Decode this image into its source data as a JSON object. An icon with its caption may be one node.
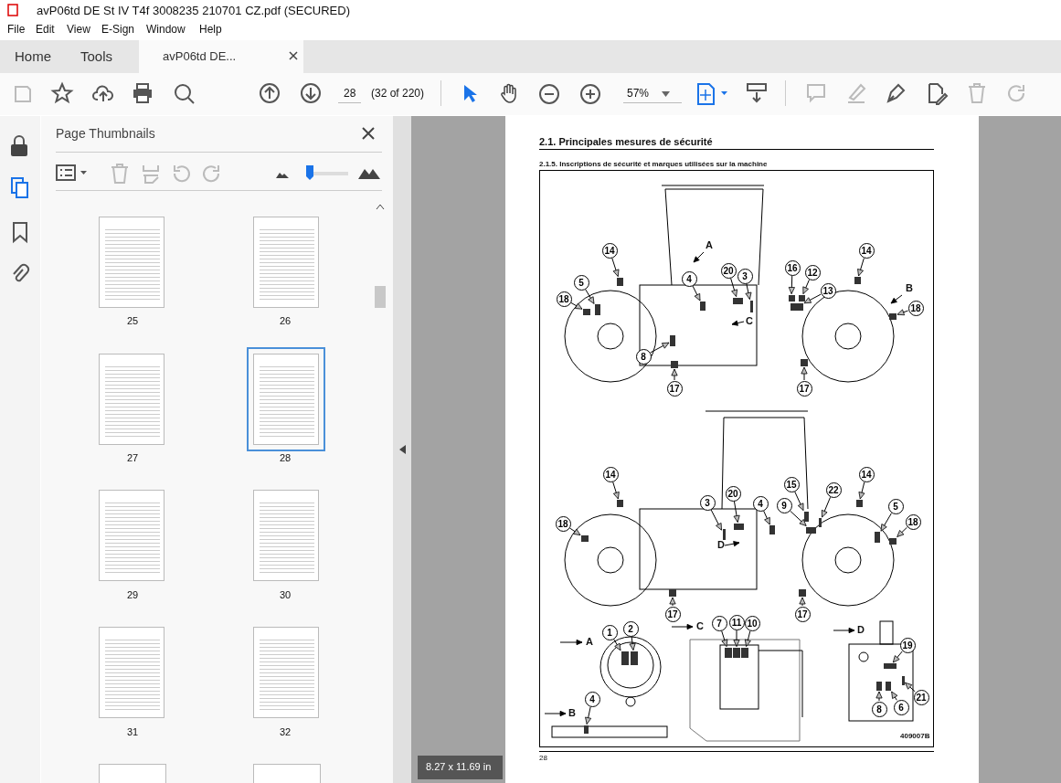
{
  "diagram": {
    "nodes": [
      {
        "text": [
          "14"
        ]
      },
      {
        "text": [
          "5"
        ]
      },
      {
        "text": [
          "18"
        ]
      },
      {
        "text": [
          "4"
        ]
      },
      {
        "text": [
          "20"
        ]
      },
      {
        "text": [
          "3"
        ]
      },
      {
        "text": [
          "16"
        ]
      },
      {
        "text": [
          "12"
        ]
      },
      {
        "text": [
          "13"
        ]
      },
      {
        "text": [
          "14"
        ]
      },
      {
        "text": [
          "18"
        ]
      },
      {
        "text": [
          "8"
        ]
      },
      {
        "text": [
          "17"
        ]
      },
      {
        "text": [
          "17"
        ]
      },
      {
        "text": [
          "14"
        ]
      },
      {
        "text": [
          "18"
        ]
      },
      {
        "text": [
          "3"
        ]
      },
      {
        "text": [
          "20"
        ]
      },
      {
        "text": [
          "4"
        ]
      },
      {
        "text": [
          "15"
        ]
      },
      {
        "text": [
          "9"
        ]
      },
      {
        "text": [
          "22"
        ]
      },
      {
        "text": [
          "14"
        ]
      },
      {
        "text": [
          "5"
        ]
      },
      {
        "text": [
          "18"
        ]
      },
      {
        "text": [
          "17"
        ]
      },
      {
        "text": [
          "17"
        ]
      },
      {
        "text": [
          "1"
        ]
      },
      {
        "text": [
          "2"
        ]
      },
      {
        "text": [
          "4"
        ]
      },
      {
        "text": [
          "7"
        ]
      },
      {
        "text": [
          "11"
        ]
      },
      {
        "text": [
          "10"
        ]
      },
      {
        "text": [
          "19"
        ]
      },
      {
        "text": [
          "8"
        ]
      },
      {
        "text": [
          "6"
        ]
      },
      {
        "text": [
          "21"
        ]
      },
      {
        "text": [],
        "shape": "box"
      },
      {
        "text": [],
        "shape": "box"
      },
      {
        "text": [],
        "shape": "box"
      },
      {
        "text": [],
        "shape": "box"
      },
      {
        "text": [],
        "shape": "box"
      },
      {
        "text": [],
        "shape": "box"
      },
      {
        "text": [],
        "shape": "box"
      },
      {
        "text": [],
        "shape": "box"
      },
      {
        "text": [],
        "shape": "box"
      },
      {
        "text": [],
        "shape": "box"
      },
      {
        "text": [],
        "shape": "box"
      },
      {
        "text": [],
        "shape": "box"
      },
      {
        "text": [],
        "shape": "box"
      },
      {
        "text": [],
        "shape": "box"
      },
      {
        "text": [],
        "shape": "box"
      },
      {
        "text": [],
        "shape": "box"
      },
      {
        "text": [],
        "shape": "box"
      },
      {
        "text": [],
        "shape": "box"
      },
      {
        "text": [],
        "shape": "box"
      },
      {
        "text": [],
        "shape": "box"
      },
      {
        "text": [],
        "shape": "box"
      },
      {
        "text": [],
        "shape": "box"
      },
      {
        "text": [],
        "shape": "box"
      },
      {
        "text": [],
        "shape": "box"
      },
      {
        "text": [],
        "shape": "box"
      },
      {
        "text": [],
        "shape": "box"
      },
      {
        "text": [],
        "shape": "box"
      },
      {
        "text": [],
        "shape": "box"
      },
      {
        "text": [],
        "shape": "box"
      },
      {
        "text": [],
        "shape": "box"
      },
      {
        "text": [],
        "shape": "box"
      },
      {
        "text": [],
        "shape": "box"
      },
      {
        "text": [],
        "shape": "box"
      },
      {
        "text": [],
        "shape": "box"
      },
      {
        "text": [],
        "shape": "box"
      },
      {
        "text": [],
        "shape": "box"
      },
      {
        "text": [],
        "shape": "box"
      }
    ],
    "edges": [
      {
        "from": 0,
        "to": 37,
        "arrow": "to"
      },
      {
        "from": 1,
        "to": 38,
        "arrow": "to"
      },
      {
        "from": 2,
        "to": 39,
        "arrow": "to"
      },
      {
        "from": 3,
        "to": 40,
        "arrow": "to"
      },
      {
        "from": 4,
        "to": 41,
        "arrow": "to"
      },
      {
        "from": 5,
        "to": 42,
        "arrow": "to"
      },
      {
        "from": 6,
        "to": 43,
        "arrow": "to"
      },
      {
        "from": 7,
        "to": 44,
        "arrow": "to"
      },
      {
        "from": 8,
        "to": 45,
        "arrow": "to"
      },
      {
        "from": 9,
        "to": 46,
        "arrow": "to"
      },
      {
        "from": 10,
        "to": 47,
        "arrow": "to"
      },
      {
        "from": 11,
        "to": 48,
        "arrow": "to"
      },
      {
        "from": 12,
        "to": 49,
        "arrow": "to"
      },
      {
        "from": 13,
        "to": 50,
        "arrow": "to"
      },
      {
        "from": 14,
        "to": 51,
        "arrow": "to"
      },
      {
        "from": 15,
        "to": 52,
        "arrow": "to"
      },
      {
        "from": 16,
        "to": 53,
        "arrow": "to"
      },
      {
        "from": 17,
        "to": 54,
        "arrow": "to"
      },
      {
        "from": 18,
        "to": 55,
        "arrow": "to"
      },
      {
        "from": 19,
        "to": 56,
        "arrow": "to"
      },
      {
        "from": 20,
        "to": 57,
        "arrow": "to"
      },
      {
        "from": 21,
        "to": 58,
        "arrow": "to"
      },
      {
        "from": 22,
        "to": 59,
        "arrow": "to"
      },
      {
        "from": 23,
        "to": 60,
        "arrow": "to"
      },
      {
        "from": 24,
        "to": 61,
        "arrow": "to"
      },
      {
        "from": 25,
        "to": 62,
        "arrow": "to"
      },
      {
        "from": 26,
        "to": 63,
        "arrow": "to"
      },
      {
        "from": 27,
        "to": 64,
        "arrow": "to"
      },
      {
        "from": 28,
        "to": 65,
        "arrow": "to"
      },
      {
        "from": 29,
        "to": 66,
        "arrow": "to"
      },
      {
        "from": 30,
        "to": 67,
        "arrow": "to"
      },
      {
        "from": 31,
        "to": 68,
        "arrow": "to"
      },
      {
        "from": 32,
        "to": 69,
        "arrow": "to"
      },
      {
        "from": 33,
        "to": 70,
        "arrow": "to"
      },
      {
        "from": 34,
        "to": 71,
        "arrow": "to"
      },
      {
        "from": 35,
        "to": 72,
        "arrow": "to"
      },
      {
        "from": 36,
        "to": 73,
        "arrow": "to"
      }
    ],
    "labels": [
      "avP06td DE St IV T4f 3008235 210701 CZ.pdf (SECURED)",
      "File",
      "Edit",
      "View",
      "E-Sign",
      "Window",
      "Help",
      "Home",
      "Tools",
      "avP06td DE...",
      "28",
      "(32 of 220)",
      "57%",
      "Page Thumbnails",
      "25",
      "26",
      "27",
      "28",
      "29",
      "30",
      "31",
      "32",
      "2.1. Principales mesures de sécurité",
      "2.1.5. Inscriptions de sécurité et marques utilisées sur la machine",
      "A",
      "B",
      "C",
      "D",
      "C",
      "D",
      "A",
      "B",
      "409007B",
      "28",
      "8.27 x 11.69 in"
    ]
  }
}
